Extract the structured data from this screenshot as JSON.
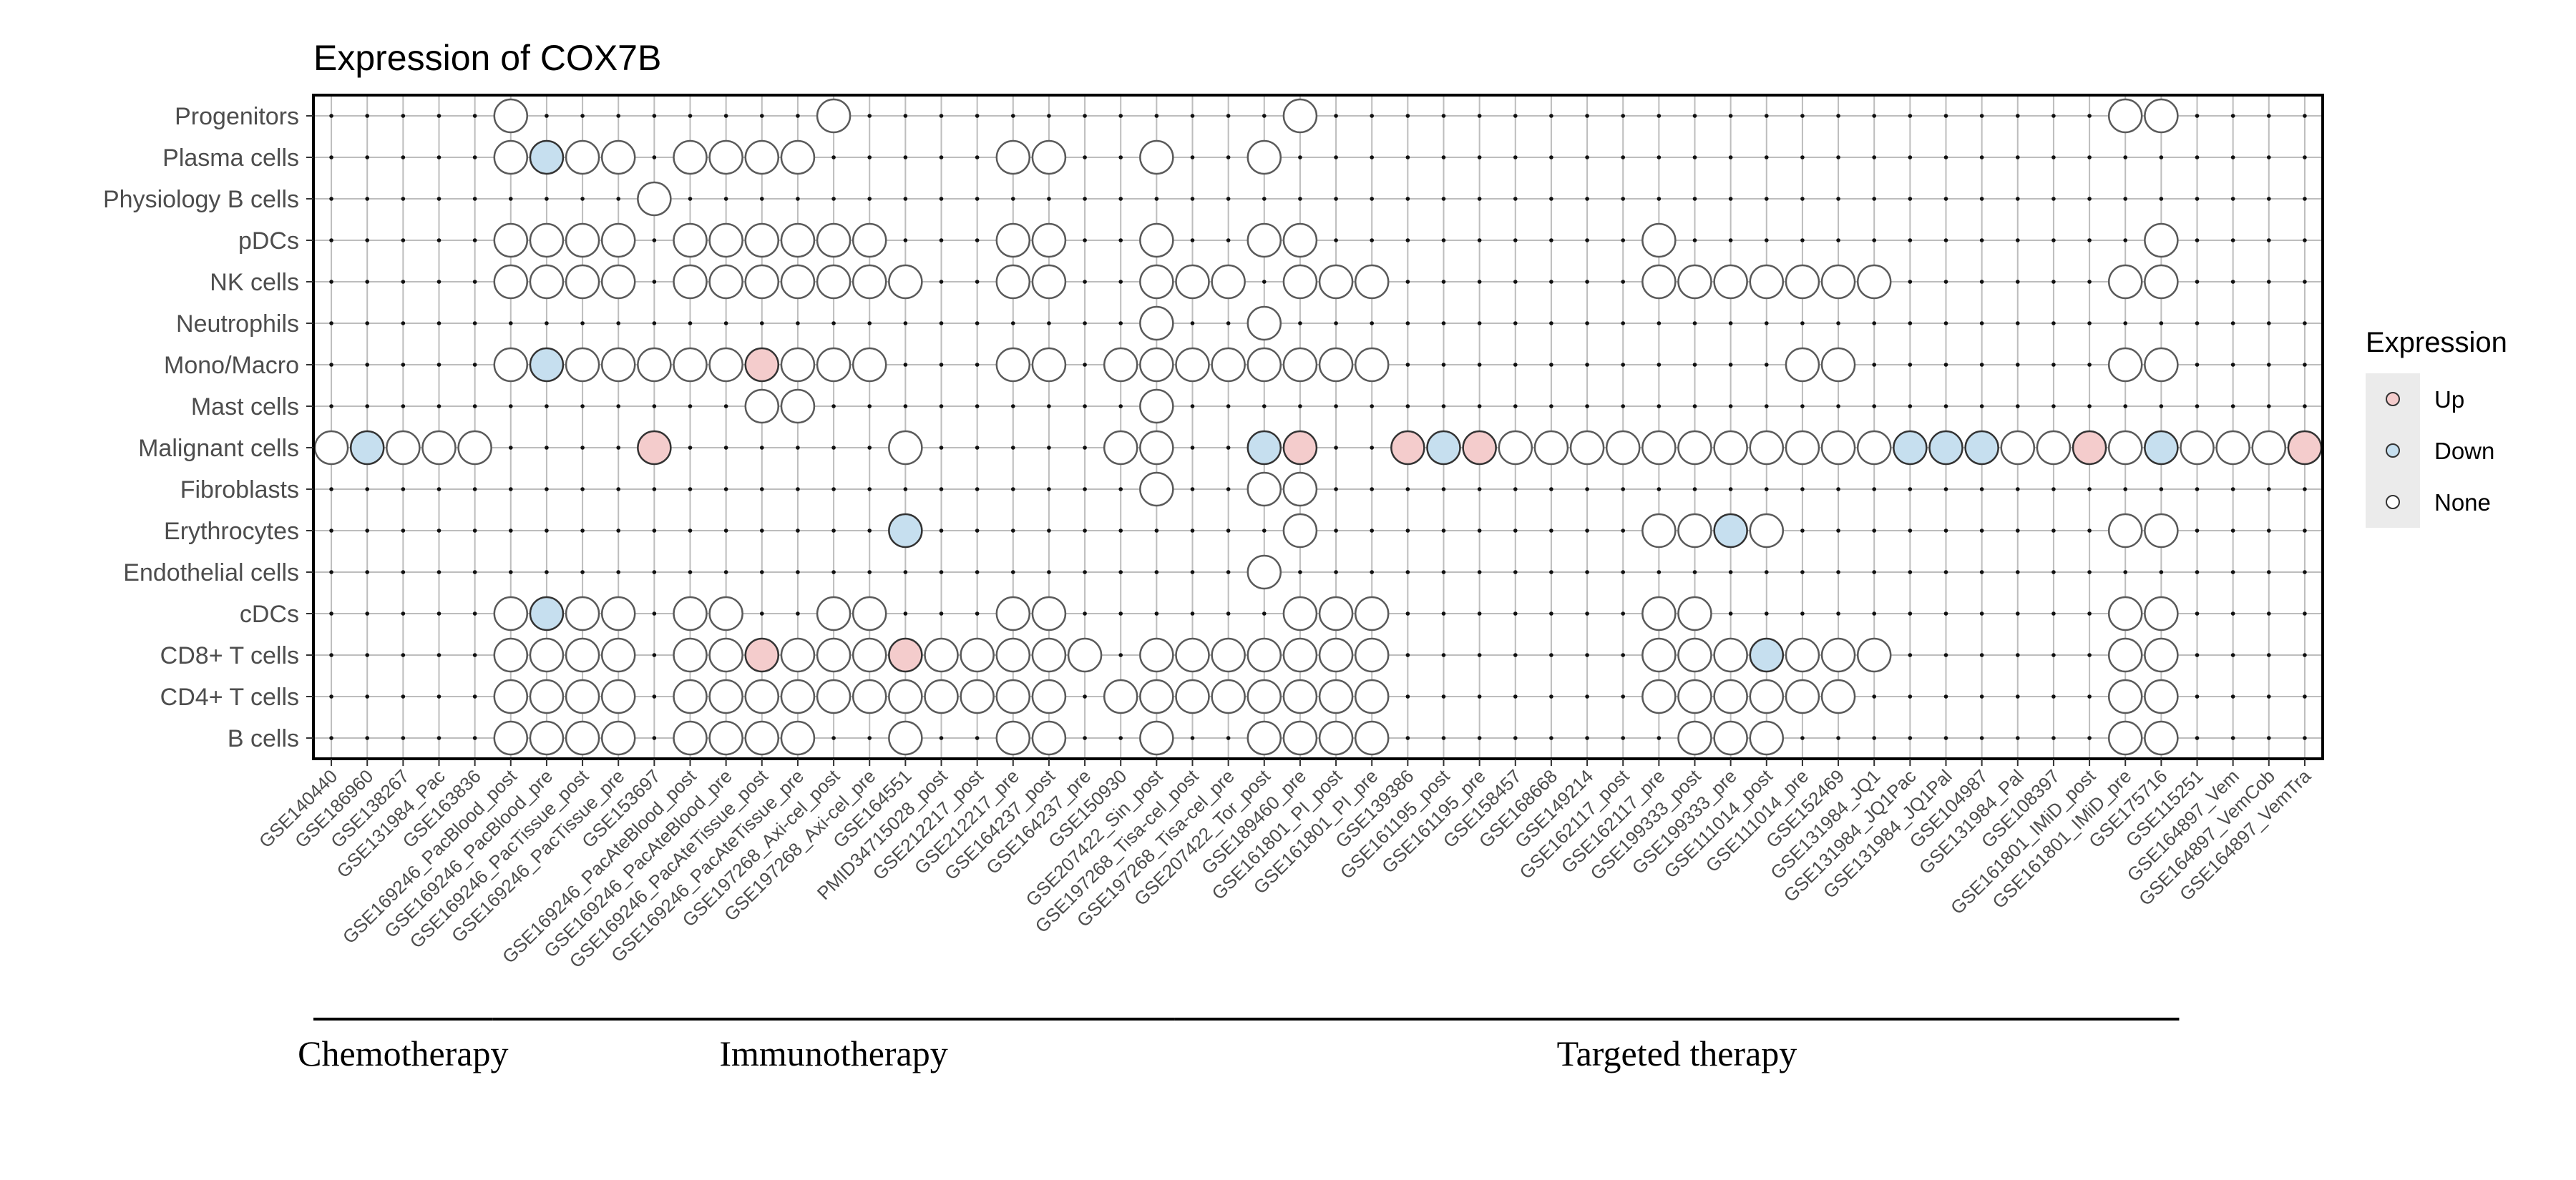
{
  "chart_data": {
    "type": "scatter",
    "title": "Expression of COX7B",
    "x_categories": [
      "GSE140440",
      "GSE186960",
      "GSE138267",
      "GSE131984_Pac",
      "GSE163836",
      "GSE169246_PacBlood_post",
      "GSE169246_PacBlood_pre",
      "GSE169246_PacTissue_post",
      "GSE169246_PacTissue_pre",
      "GSE153697",
      "GSE169246_PacAteBlood_post",
      "GSE169246_PacAteBlood_pre",
      "GSE169246_PacAteTissue_post",
      "GSE169246_PacAteTissue_pre",
      "GSE197268_Axi-cel_post",
      "GSE197268_Axi-cel_pre",
      "GSE164551",
      "PMID34715028_post",
      "GSE212217_post",
      "GSE212217_pre",
      "GSE164237_post",
      "GSE164237_pre",
      "GSE150930",
      "GSE207422_Sin_post",
      "GSE197268_Tisa-cel_post",
      "GSE197268_Tisa-cel_pre",
      "GSE207422_Tor_post",
      "GSE189460_pre",
      "GSE161801_PI_post",
      "GSE161801_PI_pre",
      "GSE139386",
      "GSE161195_post",
      "GSE161195_pre",
      "GSE158457",
      "GSE168668",
      "GSE149214",
      "GSE162117_post",
      "GSE162117_pre",
      "GSE199333_post",
      "GSE199333_pre",
      "GSE111014_post",
      "GSE111014_pre",
      "GSE152469",
      "GSE131984_JQ1",
      "GSE131984_JQ1Pac",
      "GSE131984_JQ1Pal",
      "GSE104987",
      "GSE131984_Pal",
      "GSE108397",
      "GSE161801_IMiD_post",
      "GSE161801_IMiD_pre",
      "GSE175716",
      "GSE115251",
      "GSE164897_Vem",
      "GSE164897_VemCob",
      "GSE164897_VemTra"
    ],
    "y_categories": [
      "Progenitors",
      "Plasma cells",
      "Physiology B cells",
      "pDCs",
      "NK cells",
      "Neutrophils",
      "Mono/Macro",
      "Mast cells",
      "Malignant cells",
      "Fibroblasts",
      "Erythrocytes",
      "Endothelial cells",
      "cDCs",
      "CD8+ T cells",
      "CD4+ T cells",
      "B cells"
    ],
    "legend": {
      "title": "Expression",
      "position": "right",
      "items": [
        {
          "label": "Up",
          "color": "#f4cccc"
        },
        {
          "label": "Down",
          "color": "#c6dfef"
        },
        {
          "label": "None",
          "color": "#ffffff"
        }
      ]
    },
    "grid": true,
    "groups": [
      {
        "label": "Chemotherapy",
        "start": 0,
        "end": 4
      },
      {
        "label": "Immunotherapy",
        "start": 5,
        "end": 23
      },
      {
        "label": "Targeted therapy",
        "start": 24,
        "end": 51
      }
    ],
    "points": {
      "Progenitors": {
        "None": [
          5,
          14,
          27,
          50,
          51
        ]
      },
      "Plasma cells": {
        "None": [
          5,
          7,
          8,
          10,
          11,
          12,
          13,
          19,
          20,
          23,
          26
        ],
        "Down": [
          6
        ]
      },
      "Physiology B cells": {
        "None": [
          9
        ]
      },
      "pDCs": {
        "None": [
          5,
          6,
          7,
          8,
          10,
          11,
          12,
          13,
          14,
          15,
          19,
          20,
          23,
          26,
          27,
          37,
          51
        ]
      },
      "NK cells": {
        "None": [
          5,
          6,
          7,
          8,
          10,
          11,
          12,
          13,
          14,
          15,
          16,
          19,
          20,
          23,
          24,
          25,
          27,
          28,
          29,
          37,
          38,
          39,
          40,
          41,
          42,
          43,
          50,
          51
        ]
      },
      "Neutrophils": {
        "None": [
          23,
          26
        ]
      },
      "Mono/Macro": {
        "None": [
          5,
          7,
          8,
          9,
          10,
          11,
          13,
          14,
          15,
          19,
          20,
          22,
          23,
          24,
          25,
          26,
          27,
          28,
          29,
          41,
          42,
          50,
          51
        ],
        "Down": [
          6
        ],
        "Up": [
          12
        ]
      },
      "Mast cells": {
        "None": [
          12,
          13,
          23
        ]
      },
      "Malignant cells": {
        "None": [
          0,
          2,
          3,
          4,
          16,
          22,
          23,
          33,
          34,
          35,
          36,
          37,
          38,
          39,
          40,
          41,
          42,
          43,
          47,
          48,
          50,
          52,
          53,
          54
        ],
        "Down": [
          1,
          26,
          31,
          44,
          45,
          46,
          51
        ],
        "Up": [
          9,
          27,
          30,
          32,
          49,
          55
        ]
      },
      "Fibroblasts": {
        "None": [
          23,
          26,
          27
        ]
      },
      "Erythrocytes": {
        "None": [
          27,
          37,
          38,
          40,
          50,
          51
        ],
        "Down": [
          16,
          39
        ]
      },
      "Endothelial cells": {
        "None": [
          26
        ]
      },
      "cDCs": {
        "None": [
          5,
          7,
          8,
          10,
          11,
          14,
          15,
          19,
          20,
          27,
          28,
          29,
          37,
          38,
          50,
          51
        ],
        "Down": [
          6
        ]
      },
      "CD8+ T cells": {
        "None": [
          5,
          6,
          7,
          8,
          10,
          11,
          13,
          14,
          15,
          17,
          18,
          19,
          20,
          21,
          23,
          24,
          25,
          26,
          27,
          28,
          29,
          37,
          38,
          39,
          41,
          42,
          43,
          50,
          51
        ],
        "Up": [
          12,
          16
        ],
        "Down": [
          40
        ]
      },
      "CD4+ T cells": {
        "None": [
          5,
          6,
          7,
          8,
          10,
          11,
          12,
          13,
          14,
          15,
          16,
          17,
          18,
          19,
          20,
          22,
          23,
          24,
          25,
          26,
          27,
          28,
          29,
          37,
          38,
          39,
          40,
          41,
          42,
          50,
          51
        ]
      },
      "B cells": {
        "None": [
          5,
          6,
          7,
          8,
          10,
          11,
          12,
          13,
          16,
          19,
          20,
          23,
          26,
          27,
          28,
          29,
          38,
          39,
          40,
          50,
          51
        ]
      }
    }
  }
}
